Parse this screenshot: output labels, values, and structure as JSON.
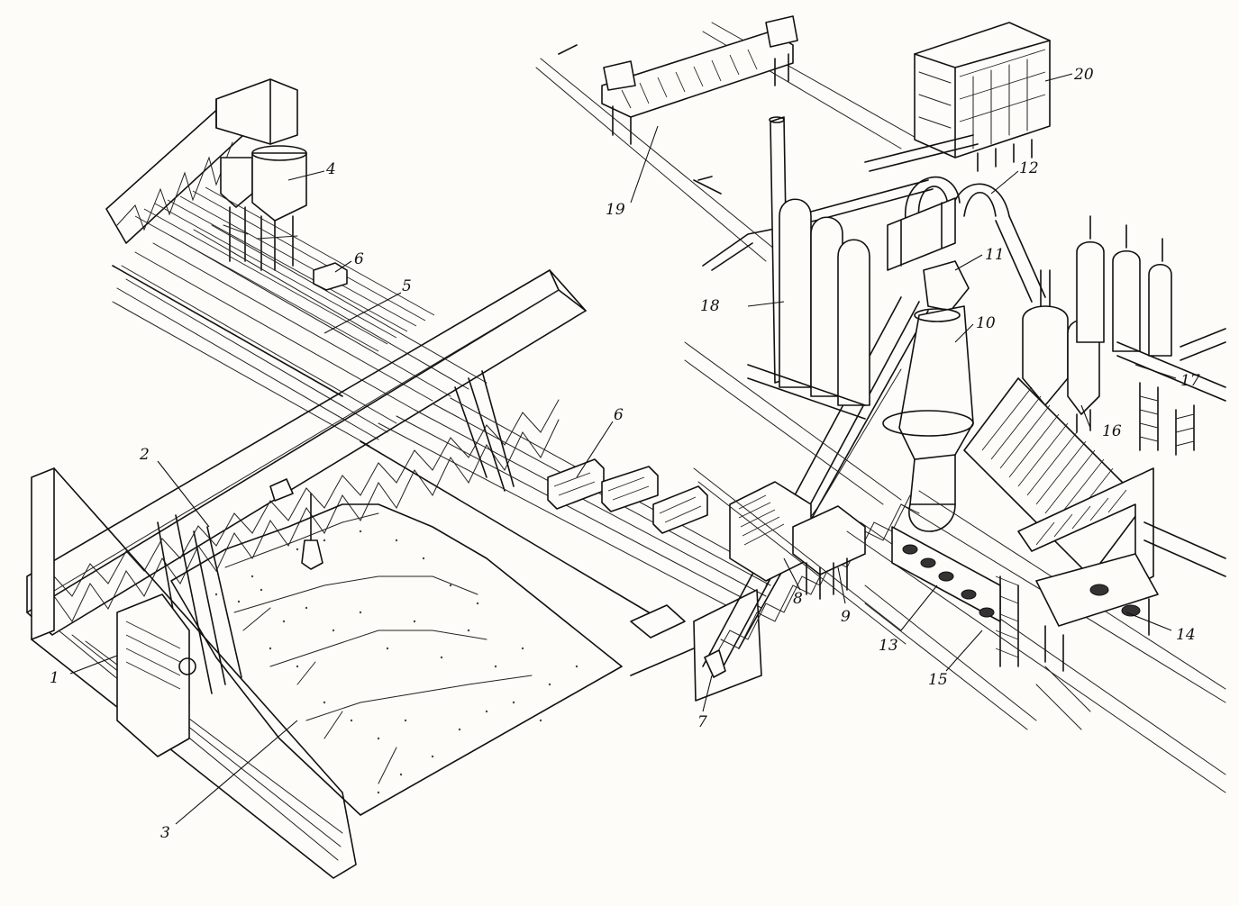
{
  "diagram": {
    "callouts": [
      {
        "id": "1",
        "label": "1"
      },
      {
        "id": "2",
        "label": "2"
      },
      {
        "id": "3",
        "label": "3"
      },
      {
        "id": "4",
        "label": "4"
      },
      {
        "id": "5",
        "label": "5"
      },
      {
        "id": "6a",
        "label": "6"
      },
      {
        "id": "6b",
        "label": "6"
      },
      {
        "id": "7",
        "label": "7"
      },
      {
        "id": "8",
        "label": "8"
      },
      {
        "id": "9",
        "label": "9"
      },
      {
        "id": "10",
        "label": "10"
      },
      {
        "id": "11",
        "label": "11"
      },
      {
        "id": "12",
        "label": "12"
      },
      {
        "id": "13",
        "label": "13"
      },
      {
        "id": "14",
        "label": "14"
      },
      {
        "id": "15",
        "label": "15"
      },
      {
        "id": "16",
        "label": "16"
      },
      {
        "id": "17",
        "label": "17"
      },
      {
        "id": "18",
        "label": "18"
      },
      {
        "id": "19",
        "label": "19"
      },
      {
        "id": "20",
        "label": "20"
      }
    ]
  }
}
